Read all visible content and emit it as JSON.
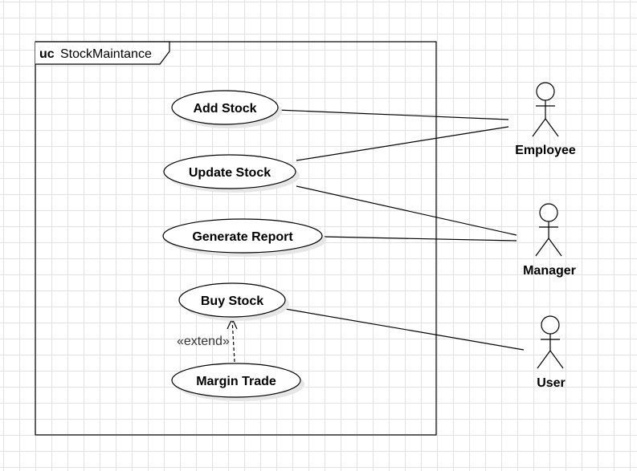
{
  "frame": {
    "keyword": "uc",
    "name": "StockMaintance"
  },
  "use_cases": {
    "add_stock": "Add Stock",
    "update_stock": "Update Stock",
    "generate_report": "Generate Report",
    "buy_stock": "Buy Stock",
    "margin_trade": "Margin Trade"
  },
  "actors": {
    "employee": "Employee",
    "manager": "Manager",
    "user": "User"
  },
  "relationships": {
    "extend_label": "«extend»"
  },
  "colors": {
    "stroke": "#000000",
    "shadow": "#e6e6e6",
    "grid": "#e2e2e2"
  }
}
